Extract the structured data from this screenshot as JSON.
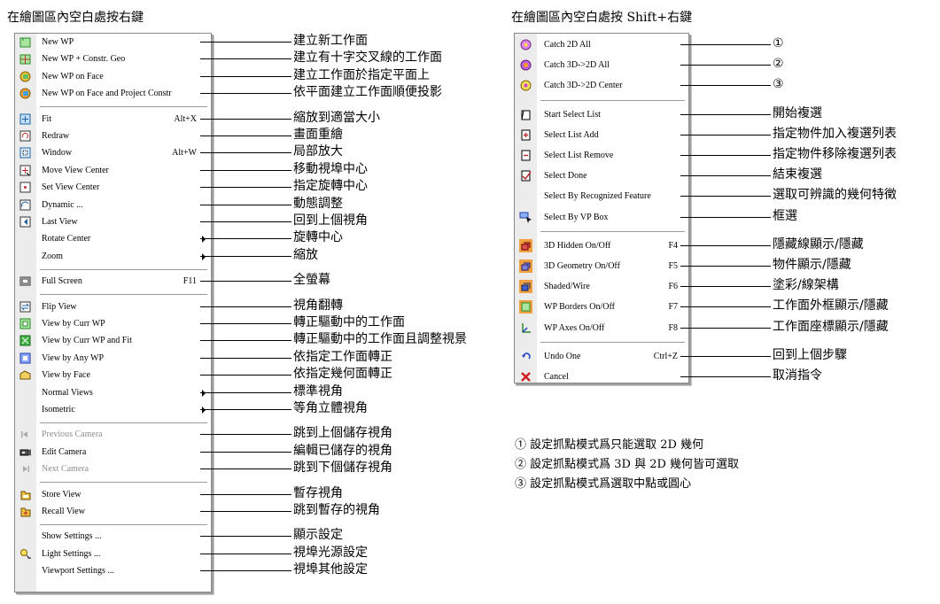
{
  "left_panel": {
    "title": "在繪圖區內空白處按右鍵",
    "items": [
      {
        "type": "item",
        "label": "New WP",
        "icon": "new-wp-icon",
        "desc": "建立新工作面"
      },
      {
        "type": "item",
        "label": "New WP + Constr. Geo",
        "icon": "new-wp-constr-geo-icon",
        "desc": "建立有十字交叉線的工作面"
      },
      {
        "type": "item",
        "label": "New WP on Face",
        "icon": "new-wp-on-face-icon",
        "desc": "建立工作面於指定平面上"
      },
      {
        "type": "item",
        "label": "New WP on Face and Project Constr",
        "icon": "new-wp-project-constr-icon",
        "desc": "依平面建立工作面順便投影"
      },
      {
        "type": "sep"
      },
      {
        "type": "item",
        "label": "Fit",
        "shortcut": "Alt+X",
        "icon": "fit-icon",
        "desc": "縮放到適當大小"
      },
      {
        "type": "item",
        "label": "Redraw",
        "icon": "redraw-icon",
        "desc": "畫面重繪"
      },
      {
        "type": "item",
        "label": "Window",
        "shortcut": "Alt+W",
        "icon": "window-zoom-icon",
        "desc": "局部放大"
      },
      {
        "type": "item",
        "label": "Move View Center",
        "icon": "move-view-center-icon",
        "desc": "移動視埠中心"
      },
      {
        "type": "item",
        "label": "Set View Center",
        "icon": "set-view-center-icon",
        "desc": "指定旋轉中心"
      },
      {
        "type": "item",
        "label": "Dynamic ...",
        "icon": "dynamic-icon",
        "desc": "動態調整"
      },
      {
        "type": "item",
        "label": "Last View",
        "icon": "last-view-icon",
        "desc": "回到上個視角"
      },
      {
        "type": "item",
        "label": "Rotate Center",
        "submenu": true,
        "desc": "旋轉中心"
      },
      {
        "type": "item",
        "label": "Zoom",
        "submenu": true,
        "desc": "縮放"
      },
      {
        "type": "sep"
      },
      {
        "type": "item",
        "label": "Full Screen",
        "shortcut": "F11",
        "icon": "full-screen-icon",
        "desc": "全螢幕"
      },
      {
        "type": "sep"
      },
      {
        "type": "item",
        "label": "Flip View",
        "icon": "flip-view-icon",
        "desc": "視角翻轉"
      },
      {
        "type": "item",
        "label": "View by Curr WP",
        "icon": "view-by-curr-wp-icon",
        "desc": "轉正驅動中的工作面"
      },
      {
        "type": "item",
        "label": "View by Curr WP and Fit",
        "icon": "view-by-curr-wp-fit-icon",
        "desc": "轉正驅動中的工作面且調整視景"
      },
      {
        "type": "item",
        "label": "View by Any WP",
        "icon": "view-by-any-wp-icon",
        "desc": "依指定工作面轉正"
      },
      {
        "type": "item",
        "label": "View by Face",
        "icon": "view-by-face-icon",
        "desc": "依指定幾何面轉正"
      },
      {
        "type": "item",
        "label": "Normal Views",
        "submenu": true,
        "desc": "標準視角"
      },
      {
        "type": "item",
        "label": "Isometric",
        "submenu": true,
        "desc": "等角立體視角"
      },
      {
        "type": "sep"
      },
      {
        "type": "item",
        "label": "Previous Camera",
        "disabled": true,
        "icon": "previous-camera-icon",
        "desc": "跳到上個儲存視角"
      },
      {
        "type": "item",
        "label": "Edit Camera",
        "icon": "edit-camera-icon",
        "desc": "編輯已儲存的視角"
      },
      {
        "type": "item",
        "label": "Next Camera",
        "disabled": true,
        "icon": "next-camera-icon",
        "desc": "跳到下個儲存視角"
      },
      {
        "type": "sep"
      },
      {
        "type": "item",
        "label": "Store View",
        "icon": "store-view-icon",
        "desc": "暫存視角"
      },
      {
        "type": "item",
        "label": "Recall View",
        "icon": "recall-view-icon",
        "desc": "跳到暫存的視角"
      },
      {
        "type": "sep"
      },
      {
        "type": "item",
        "label": "Show Settings ...",
        "desc": "顯示設定"
      },
      {
        "type": "item",
        "label": "Light Settings ...",
        "icon": "light-settings-icon",
        "desc": "視埠光源設定"
      },
      {
        "type": "item",
        "label": "Viewport Settings ...",
        "desc": "視埠其他設定"
      }
    ]
  },
  "right_panel": {
    "title": "在繪圖區內空白處按 Shift+右鍵",
    "items": [
      {
        "type": "item",
        "label": "Catch 2D All",
        "icon": "catch-2d-all-icon",
        "desc": "①"
      },
      {
        "type": "item",
        "label": "Catch 3D->2D All",
        "icon": "catch-3d-2d-all-icon",
        "desc": "②"
      },
      {
        "type": "item",
        "label": "Catch 3D->2D Center",
        "icon": "catch-3d-2d-center-icon",
        "desc": "③"
      },
      {
        "type": "sep"
      },
      {
        "type": "item",
        "label": "Start Select List",
        "icon": "start-select-list-icon",
        "desc": "開始複選"
      },
      {
        "type": "item",
        "label": "Select List Add",
        "icon": "select-list-add-icon",
        "desc": "指定物件加入複選列表"
      },
      {
        "type": "item",
        "label": "Select List Remove",
        "icon": "select-list-remove-icon",
        "desc": "指定物件移除複選列表"
      },
      {
        "type": "item",
        "label": "Select Done",
        "icon": "select-done-icon",
        "desc": "結束複選"
      },
      {
        "type": "item",
        "label": "Select By Recognized Feature",
        "desc": "選取可辨識的幾何特徵"
      },
      {
        "type": "item",
        "label": "Select By VP Box",
        "icon": "select-by-vp-box-icon",
        "desc": "框選"
      },
      {
        "type": "sep"
      },
      {
        "type": "item",
        "label": "3D Hidden On/Off",
        "shortcut": "F4",
        "icon": "hidden-line-icon",
        "desc": "隱藏線顯示/隱藏"
      },
      {
        "type": "item",
        "label": "3D Geometry On/Off",
        "shortcut": "F5",
        "icon": "geometry-icon",
        "desc": "物件顯示/隱藏"
      },
      {
        "type": "item",
        "label": "Shaded/Wire",
        "shortcut": "F6",
        "icon": "shaded-wire-icon",
        "desc": "塗彩/線架構"
      },
      {
        "type": "item",
        "label": "WP Borders On/Off",
        "shortcut": "F7",
        "icon": "wp-borders-icon",
        "desc": "工作面外框顯示/隱藏"
      },
      {
        "type": "item",
        "label": "WP Axes On/Off",
        "shortcut": "F8",
        "icon": "wp-axes-icon",
        "desc": "工作面座標顯示/隱藏"
      },
      {
        "type": "sep"
      },
      {
        "type": "item",
        "label": "Undo One",
        "shortcut": "Ctrl+Z",
        "icon": "undo-icon",
        "desc": "回到上個步驟"
      },
      {
        "type": "item",
        "label": "Cancel",
        "icon": "cancel-icon",
        "desc": "取消指令"
      }
    ]
  },
  "notes": [
    "① 設定抓點模式爲只能選取 2D 幾何",
    "② 設定抓點模式爲 3D 與 2D 幾何皆可選取",
    "③ 設定抓點模式爲選取中點或圓心"
  ]
}
